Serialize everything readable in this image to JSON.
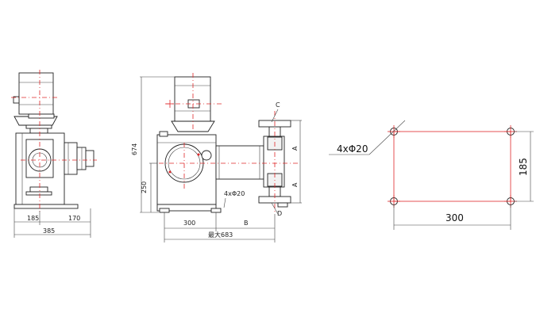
{
  "side_view": {
    "dim_left": "185",
    "dim_right": "170",
    "dim_total": "385"
  },
  "front_view": {
    "dim_height_total": "674",
    "dim_height_base": "250",
    "dim_base_width": "300",
    "dim_b": "B",
    "dim_max_length": "最大683",
    "hole_label": "4xΦ20",
    "label_c": "C",
    "label_d": "D",
    "label_a_upper": "A",
    "label_a_lower": "A"
  },
  "foundation_plan": {
    "hole_label": "4xΦ20",
    "dim_width": "300",
    "dim_height": "185"
  },
  "colors": {
    "line": "#222222",
    "centerline": "#e0282a"
  }
}
